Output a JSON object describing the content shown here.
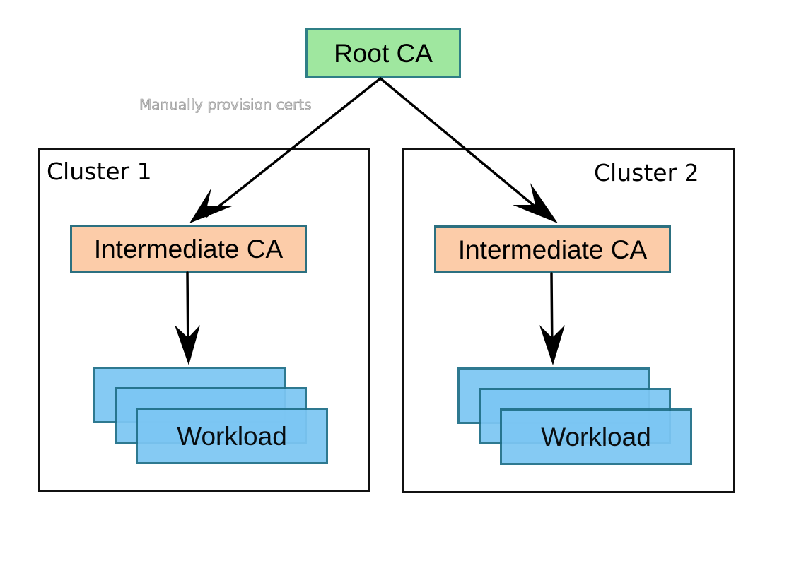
{
  "root": {
    "label": "Root CA"
  },
  "edge_label": "Manually provision certs",
  "clusters": [
    {
      "label": "Cluster 1",
      "intermediate": {
        "label": "Intermediate CA"
      },
      "workload": {
        "label": "Workload"
      }
    },
    {
      "label": "Cluster 2",
      "intermediate": {
        "label": "Intermediate CA"
      },
      "workload": {
        "label": "Workload"
      }
    }
  ],
  "colors": {
    "root_fill": "#9fe79f",
    "intermediate_fill": "#fccca9",
    "workload_fill": "#7cc6f3",
    "node_border": "#2c7080",
    "cluster_border": "#111111",
    "arrow": "#000000"
  }
}
